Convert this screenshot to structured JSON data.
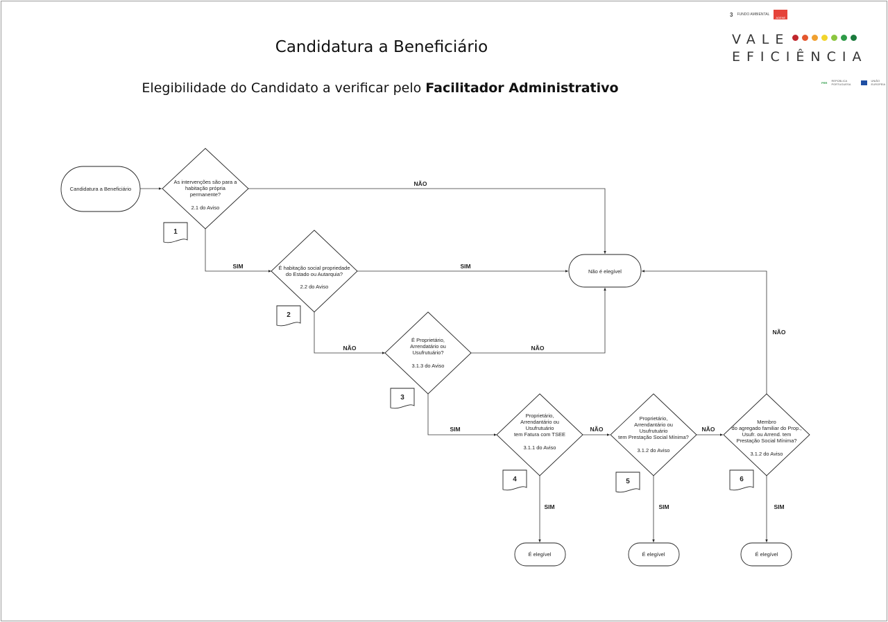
{
  "header": {
    "title": "Candidatura a Beneficiário",
    "subtitle_prefix": "Elegibilidade do Candidato a verificar pelo ",
    "subtitle_bold": "Facilitador Administrativo"
  },
  "logo": {
    "line1": "VALE",
    "line2": "EFICIÊNCIA",
    "dot_colors": [
      "#c0272d",
      "#e4572e",
      "#f0a030",
      "#f2d52c",
      "#8cc63f",
      "#2e9b48",
      "#1a7a3c"
    ],
    "top_logos": [
      "3",
      "FUNDO AMBIENTAL",
      "ADENE"
    ],
    "bottom_logos": [
      "PRR",
      "REPÚBLICA PORTUGUESA",
      "UNIÃO EUROPEIA"
    ]
  },
  "nodes": {
    "start": "Candidatura a Beneficiário",
    "q1": [
      "As intervenções são para a",
      "habitação própria",
      "permanente?",
      "2.1 do Aviso"
    ],
    "q2": [
      "É habitação social propriedade",
      "do Estado ou Autarquia?",
      "2.2 do Aviso"
    ],
    "q3": [
      "É Proprietário,",
      "Arrendatário ou",
      "Usufrutuário?",
      "3.1.3 do Aviso"
    ],
    "q4": [
      "Proprietário,",
      "Arrendantário ou",
      "Usufrutuário",
      "tem Fatura com TSEE",
      "3.1.1 do Aviso"
    ],
    "q5": [
      "Proprietário,",
      "Arrendantário ou",
      "Usufrutuário",
      "tem Prestação Social Mínima?",
      "3.1.2 do Aviso"
    ],
    "q6": [
      "Membro",
      "do agregado familiar do  Prop.,",
      "Usufr. ou Arrend. tem",
      "Prestação Social Mínima?",
      "3.1.2 do Aviso"
    ],
    "not_eligible": "Não é elegível",
    "eligible": [
      "É elegível",
      "É elegível",
      "É elegível"
    ],
    "docs": [
      "1",
      "2",
      "3",
      "4",
      "5",
      "6"
    ]
  },
  "edges": {
    "q1_no": "NÃO",
    "q1_yes": "SIM",
    "q2_yes": "SIM",
    "q2_no": "NÃO",
    "q3_no": "NÃO",
    "q3_yes": "SIM",
    "q4_no": "NÃO",
    "q5_no": "NÃO",
    "q6_no": "NÃO",
    "q4_yes": "SIM",
    "q5_yes": "SIM",
    "q6_yes": "SIM"
  }
}
